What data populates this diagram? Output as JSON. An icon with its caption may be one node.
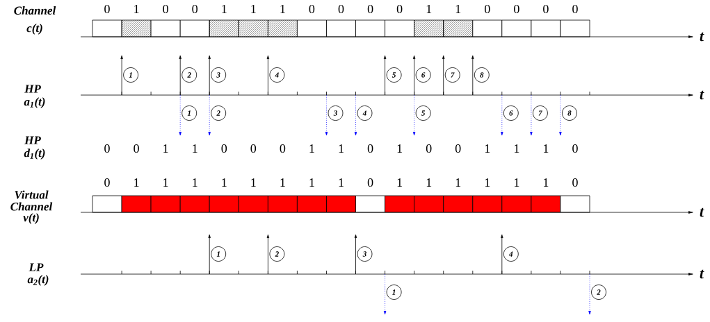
{
  "diagram": {
    "nodes": [
      {
        "text": [
          "1"
        ]
      },
      {
        "text": [
          "2"
        ]
      },
      {
        "text": [
          "3"
        ]
      },
      {
        "text": [
          "4"
        ]
      },
      {
        "text": [
          "5"
        ]
      },
      {
        "text": [
          "6"
        ]
      },
      {
        "text": [
          "7"
        ]
      },
      {
        "text": [
          "8"
        ]
      },
      {
        "text": [
          "1"
        ]
      },
      {
        "text": [
          "2"
        ]
      },
      {
        "text": [
          "3"
        ]
      },
      {
        "text": [
          "4"
        ]
      },
      {
        "text": [
          "5"
        ]
      },
      {
        "text": [
          "6"
        ]
      },
      {
        "text": [
          "7"
        ]
      },
      {
        "text": [
          "8"
        ]
      },
      {
        "text": [
          "1"
        ]
      },
      {
        "text": [
          "2"
        ]
      },
      {
        "text": [
          "3"
        ]
      },
      {
        "text": [
          "4"
        ]
      },
      {
        "text": [
          "1"
        ]
      },
      {
        "text": [
          "2"
        ]
      }
    ],
    "labels": [
      "Channel",
      "c(t)",
      "0",
      "1",
      "0",
      "0",
      "1",
      "1",
      "1",
      "0",
      "0",
      "0",
      "0",
      "1",
      "1",
      "0",
      "0",
      "0",
      "0",
      "t",
      "HP",
      "a$_{1}$(t)",
      "t",
      "HP",
      "d$_{1}$(t)",
      "0",
      "0",
      "1",
      "1",
      "0",
      "0",
      "0",
      "1",
      "1",
      "0",
      "1",
      "0",
      "0",
      "1",
      "1",
      "1",
      "0",
      "0",
      "1",
      "1",
      "1",
      "1",
      "1",
      "1",
      "1",
      "1",
      "0",
      "1",
      "1",
      "1",
      "1",
      "1",
      "1",
      "0",
      "Virtual Channel",
      "v(t)",
      "t",
      "LP",
      "a$_{2}$(t)",
      "t"
    ]
  }
}
